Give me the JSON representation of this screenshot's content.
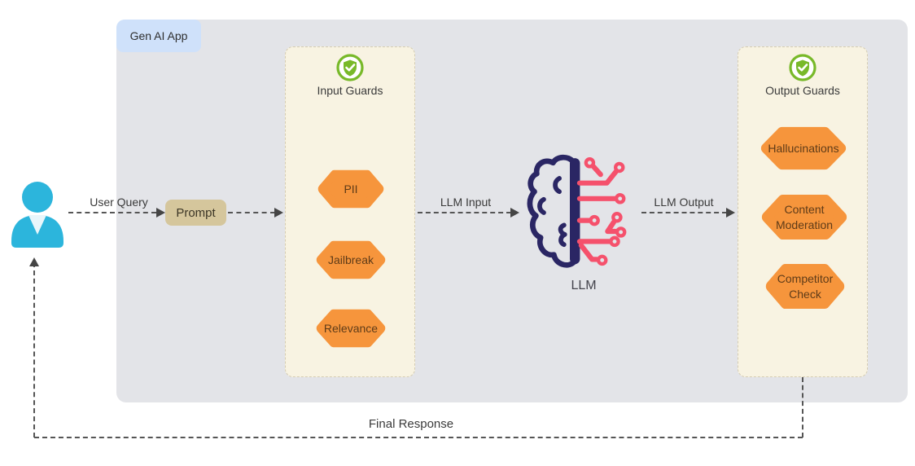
{
  "app": {
    "container_label": "Gen AI App"
  },
  "flow": {
    "user_query": "User Query",
    "prompt": "Prompt",
    "llm_input": "LLM Input",
    "llm_output": "LLM Output",
    "final_response": "Final Response",
    "llm_label": "LLM"
  },
  "input_guards": {
    "title": "Input Guards",
    "icon": "shield-check-icon",
    "items": [
      "PII",
      "Jailbreak",
      "Relevance"
    ]
  },
  "output_guards": {
    "title": "Output Guards",
    "icon": "shield-check-icon",
    "items": [
      "Hallucinations",
      "Content Moderation",
      "Competitor Check"
    ]
  },
  "icons": {
    "user": "person-icon",
    "llm": "brain-circuit-icon",
    "guards": "shield-check-icon"
  },
  "colors": {
    "container_bg": "#e3e4e8",
    "chip_bg": "#cfe1fa",
    "panel_bg": "#f8f3e2",
    "hex_fill": "#f6953c",
    "hex_text": "#5e3b18",
    "prompt_bg": "#d5c69c",
    "shield_green": "#78b929",
    "brain_navy": "#2a2664",
    "circuit_pink": "#f5516c",
    "user_cyan": "#2cb5dc",
    "arrow": "#454545"
  }
}
